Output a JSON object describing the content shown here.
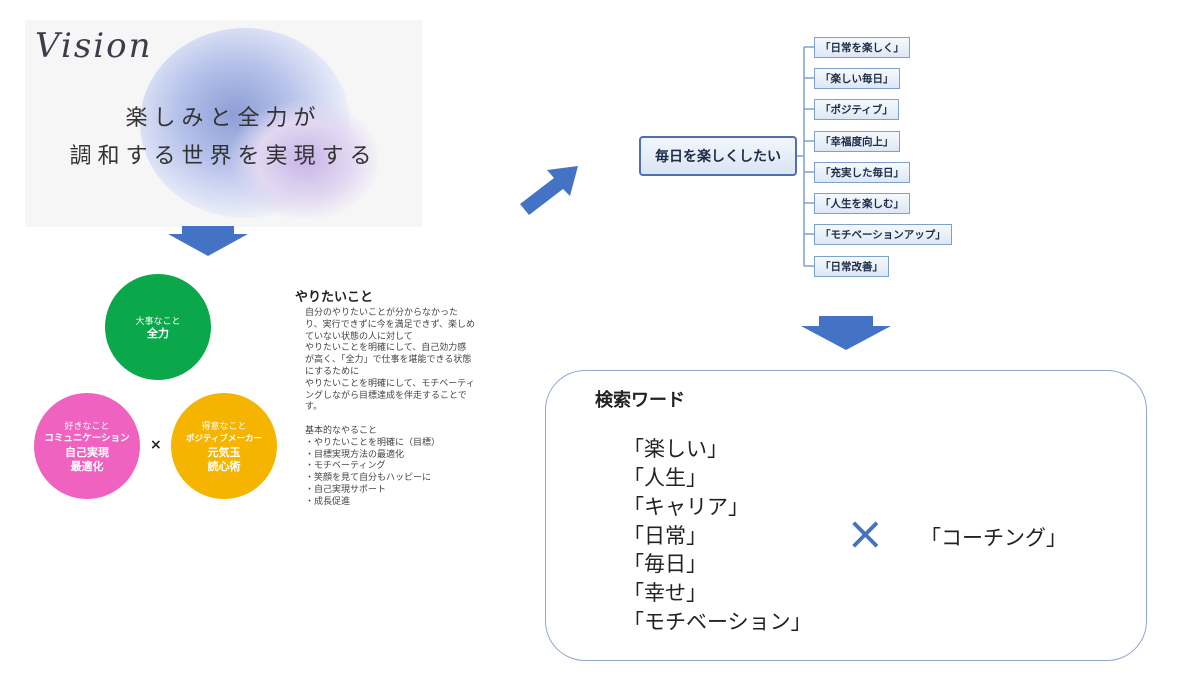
{
  "vision": {
    "script_title": "Vision",
    "line1": "楽しみと全力が",
    "line2": "調和する世界を実現する"
  },
  "circles": {
    "top": {
      "line1": "大事なこと",
      "line2": "全力",
      "color": "#0aa84a"
    },
    "left": {
      "line1": "好きなこと",
      "line2": "コミュニケーション",
      "line3": "自己実現",
      "line4": "最適化",
      "color": "#f062c0"
    },
    "right": {
      "line1": "得意なこと",
      "line2": "ポジティブメーカー",
      "line3": "元気玉",
      "line4": "読心術",
      "color": "#f5b400"
    },
    "times": "×"
  },
  "want": {
    "title": "やりたいこと",
    "body": "自分のやりたいことが分からなかったり、実行できずに今を満足できず、楽しめていない状態の人に対して\nやりたいことを明確にして、自己効力感が高く、「全力」で仕事を堪能できる状態にするために\nやりたいことを明確にして、モチベーティングしながら目標達成を伴走することです。\n\n基本的なやること\n・やりたいことを明確に（目標）\n・目標実現方法の最適化\n・モチベーティング\n・笑顔を見て自分もハッピーに\n・自己実現サポート\n・成長促進"
  },
  "mindmap": {
    "central": "毎日を楽しくしたい",
    "nodes": [
      "「日常を楽しく」",
      "「楽しい毎日」",
      "「ポジティブ」",
      "「幸福度向上」",
      "「充実した毎日」",
      "「人生を楽しむ」",
      "「モチベーションアップ」",
      "「日常改善」"
    ]
  },
  "search": {
    "title": "検索ワード",
    "keywords": [
      "「楽しい」",
      "「人生」",
      "「キャリア」",
      "「日常」",
      "「毎日」",
      "「幸せ」",
      "「モチベーション」"
    ],
    "times": "×",
    "coaching": "「コーチング」"
  },
  "colors": {
    "arrow": "#4472c4",
    "line": "#7ea0cf"
  }
}
